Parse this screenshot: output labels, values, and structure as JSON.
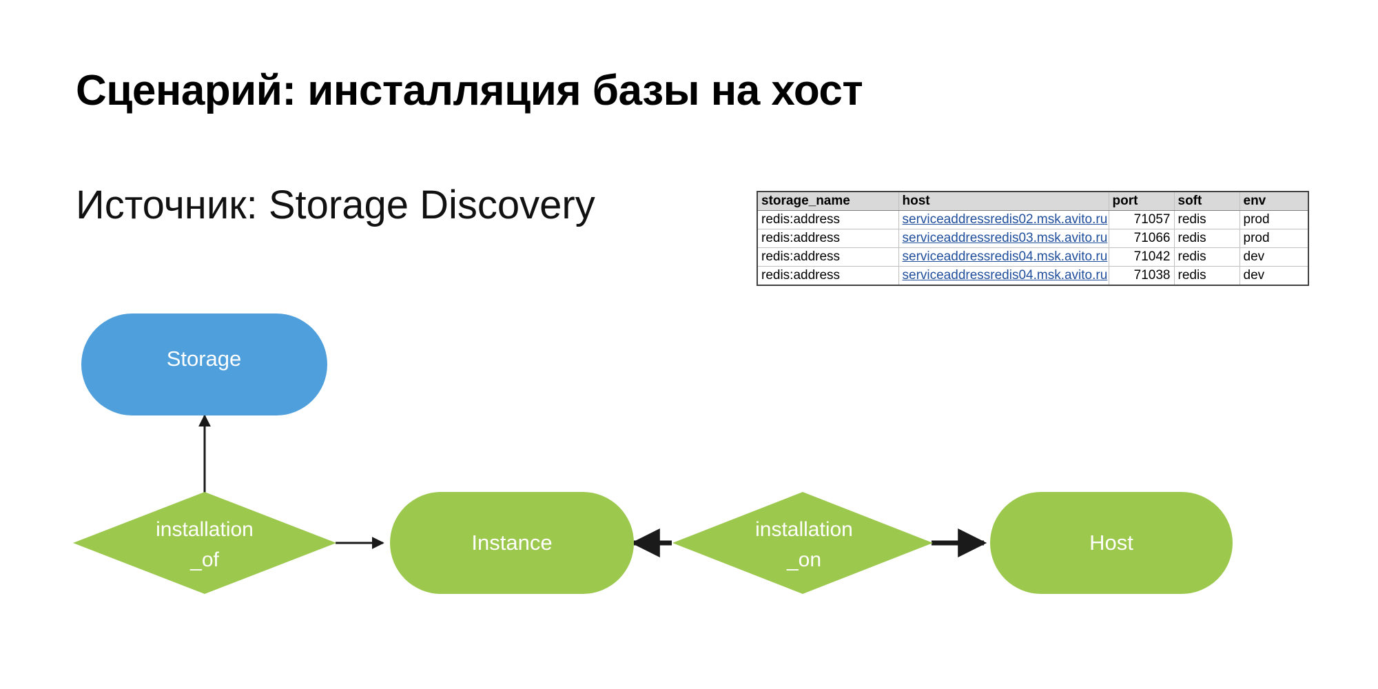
{
  "slide": {
    "title": "Сценарий: инсталляция базы на хост",
    "subtitle": "Источник: Storage Discovery"
  },
  "table": {
    "columns": [
      "storage_name",
      "host",
      "port",
      "soft",
      "env"
    ],
    "rows": [
      {
        "storage_name": "redis:address",
        "host": "serviceaddressredis02.msk.avito.ru",
        "port": "71057",
        "soft": "redis",
        "env": "prod"
      },
      {
        "storage_name": "redis:address",
        "host": "serviceaddressredis03.msk.avito.ru",
        "port": "71066",
        "soft": "redis",
        "env": "prod"
      },
      {
        "storage_name": "redis:address",
        "host": "serviceaddressredis04.msk.avito.ru",
        "port": "71042",
        "soft": "redis",
        "env": "dev"
      },
      {
        "storage_name": "redis:address",
        "host": "serviceaddressredis04.msk.avito.ru",
        "port": "71038",
        "soft": "redis",
        "env": "dev"
      }
    ]
  },
  "diagram": {
    "colors": {
      "storage_blue": "#4E9FDB",
      "entity_green": "#9CC84D",
      "edge_black": "#1a1a1a",
      "label_white": "#ffffff"
    },
    "nodes": {
      "storage": {
        "label": "Storage",
        "shape": "rounded-pill"
      },
      "instance": {
        "label": "Instance",
        "shape": "rounded-pill"
      },
      "host": {
        "label": "Host",
        "shape": "rounded-pill"
      },
      "installation_of": {
        "label_line1": "installation",
        "label_line2": "_of",
        "shape": "diamond"
      },
      "installation_on": {
        "label_line1": "installation",
        "label_line2": "_on",
        "shape": "diamond"
      }
    },
    "edges": [
      {
        "from": "installation_of",
        "to": "storage",
        "direction": "up"
      },
      {
        "from": "installation_of",
        "to": "instance",
        "direction": "right"
      },
      {
        "from": "installation_on",
        "to": "instance",
        "direction": "left"
      },
      {
        "from": "installation_on",
        "to": "host",
        "direction": "right"
      }
    ]
  }
}
